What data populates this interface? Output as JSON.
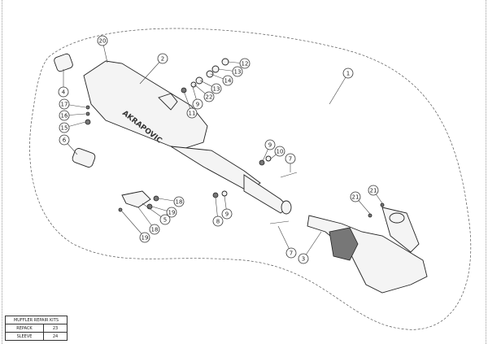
{
  "brand_logo_text": "AKRAPOVIC",
  "callouts": [
    "20",
    "2",
    "12",
    "13",
    "14",
    "13",
    "22",
    "9",
    "11",
    "4",
    "17",
    "16",
    "15",
    "6",
    "1",
    "9",
    "10",
    "7",
    "18",
    "19",
    "5",
    "18",
    "19",
    "8",
    "9",
    "21",
    "21",
    "7",
    "3"
  ],
  "repair_kits": {
    "title": "MUFFLER REPAIR KITS",
    "rows": [
      {
        "name": "REPACK",
        "number": "23"
      },
      {
        "name": "SLEEVE",
        "number": "24"
      }
    ]
  }
}
